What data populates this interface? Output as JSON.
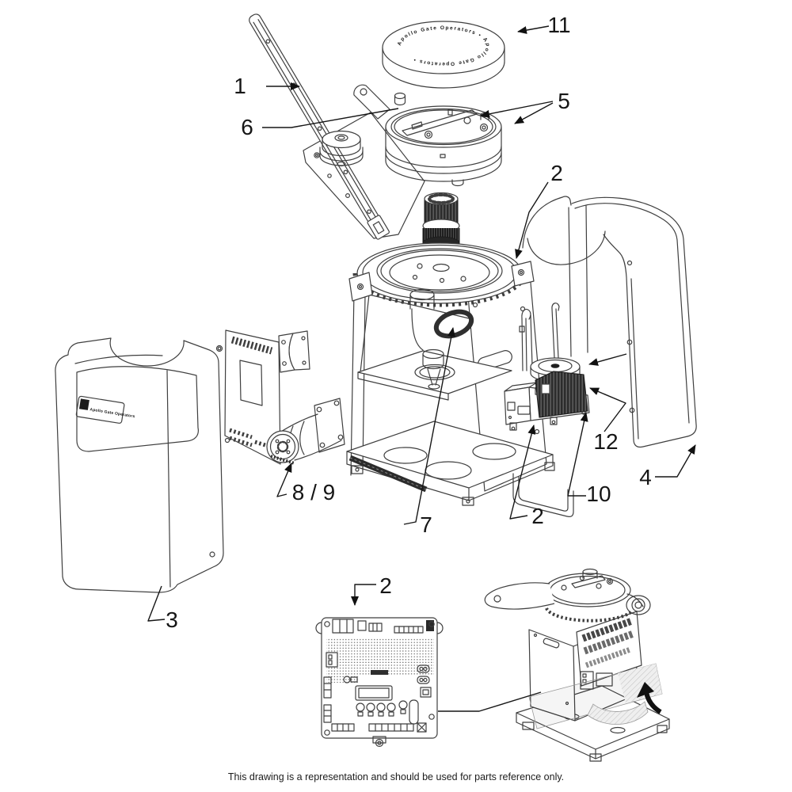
{
  "diagram": {
    "footer": "This drawing is a representation and should be used for parts reference only.",
    "lid_ring_text": "Apollo Gate Operators • Apollo Gate Operators •",
    "cover_label_text": "Apollo Gate Operators",
    "callouts": {
      "swing_arm": "1",
      "chassis": "2",
      "pump_box": "2",
      "control_board": "2",
      "left_cover": "3",
      "right_cover": "4",
      "limit_plate": "5",
      "adjust_bolt": "6",
      "manifold": "7",
      "motor": "8 / 9",
      "reservoir": "10",
      "lid": "11",
      "pump": "12"
    },
    "colors": {
      "ink": "#3f3f3f",
      "leader": "#161616",
      "dark_fill": "#2c2c2c"
    }
  }
}
